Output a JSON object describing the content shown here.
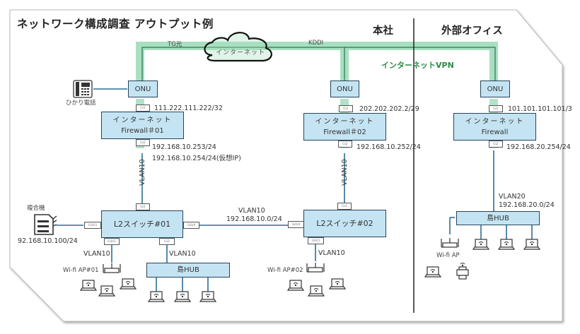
{
  "title": "ネットワーク構成調査 アウトプット例",
  "sections": {
    "hq": "本社",
    "branch": "外部オフィス"
  },
  "internet": {
    "cloud_label": "インターネット",
    "isp_left": "TG光",
    "isp_right": "KDDI",
    "vpn_label": "インターネットVPN"
  },
  "hq": {
    "phone_label": "ひかり電話",
    "onu1": "ONU",
    "onu2": "ONU",
    "fw1": {
      "line1": "インターネット",
      "line2": "Firewall＃01",
      "wan_ip": "111.222.111.222/32",
      "lan_ip": "192.168.10.253/24",
      "vip": "192.168.10.254/24(仮想IP)",
      "port_wan": "Gi1",
      "port_lan": "Gi2"
    },
    "fw2": {
      "line1": "インターネット",
      "line2": "Firewall＃02",
      "wan_ip": "202.202.202.2/29",
      "lan_ip": "192.168.10.252/24",
      "port_wan": "Gi1",
      "port_lan": "Gi2"
    },
    "vlan_fw1": "VLAN10",
    "vlan_fw2": "VLAN10",
    "sw1": {
      "label": "L2スイッチ#01",
      "port_top": "Gi1",
      "port_left": "Gi0/3",
      "port_right": "Gi0/4",
      "port_bl": "Gi0/1",
      "port_br": "Gi3"
    },
    "sw2": {
      "label": "L2スイッチ#02",
      "port_top": "Gi1",
      "port_left": "Gi0/4",
      "port_bottom": "Gi0/1"
    },
    "trunk_vlan": "VLAN10",
    "trunk_net": "192.168.10.0/24",
    "mfp_label": "複合機",
    "mfp_ip": "92.168.10.100/24",
    "sw1_ap_vlan": "VLAN10",
    "sw1_hub_vlan": "VLAN10",
    "ap1_label": "Wi-fi AP#01",
    "hub_label": "島HUB",
    "sw2_ap_vlan": "VLAN10",
    "ap2_label": "Wi-fi AP#02"
  },
  "branch": {
    "onu": "ONU",
    "fw": {
      "line1": "インターネット",
      "line2": "Firewall",
      "wan_ip": "101.101.101.101/3",
      "lan_ip": "192.168.20.254/24",
      "port_wan": "Gi1",
      "port_lan": "Gi2"
    },
    "vlan": "VLAN20",
    "net": "192.168.20.0/24",
    "hub_label": "島HUB",
    "ap_label": "Wi-fi AP"
  },
  "colors": {
    "vpn_band": "#a8e0bf",
    "link_dark": "#2e6f5a",
    "lan_link": "#2b6f92",
    "device_fill": "#c5e4f3",
    "device_border": "#27445a",
    "vpn_text": "#2f8a46"
  }
}
